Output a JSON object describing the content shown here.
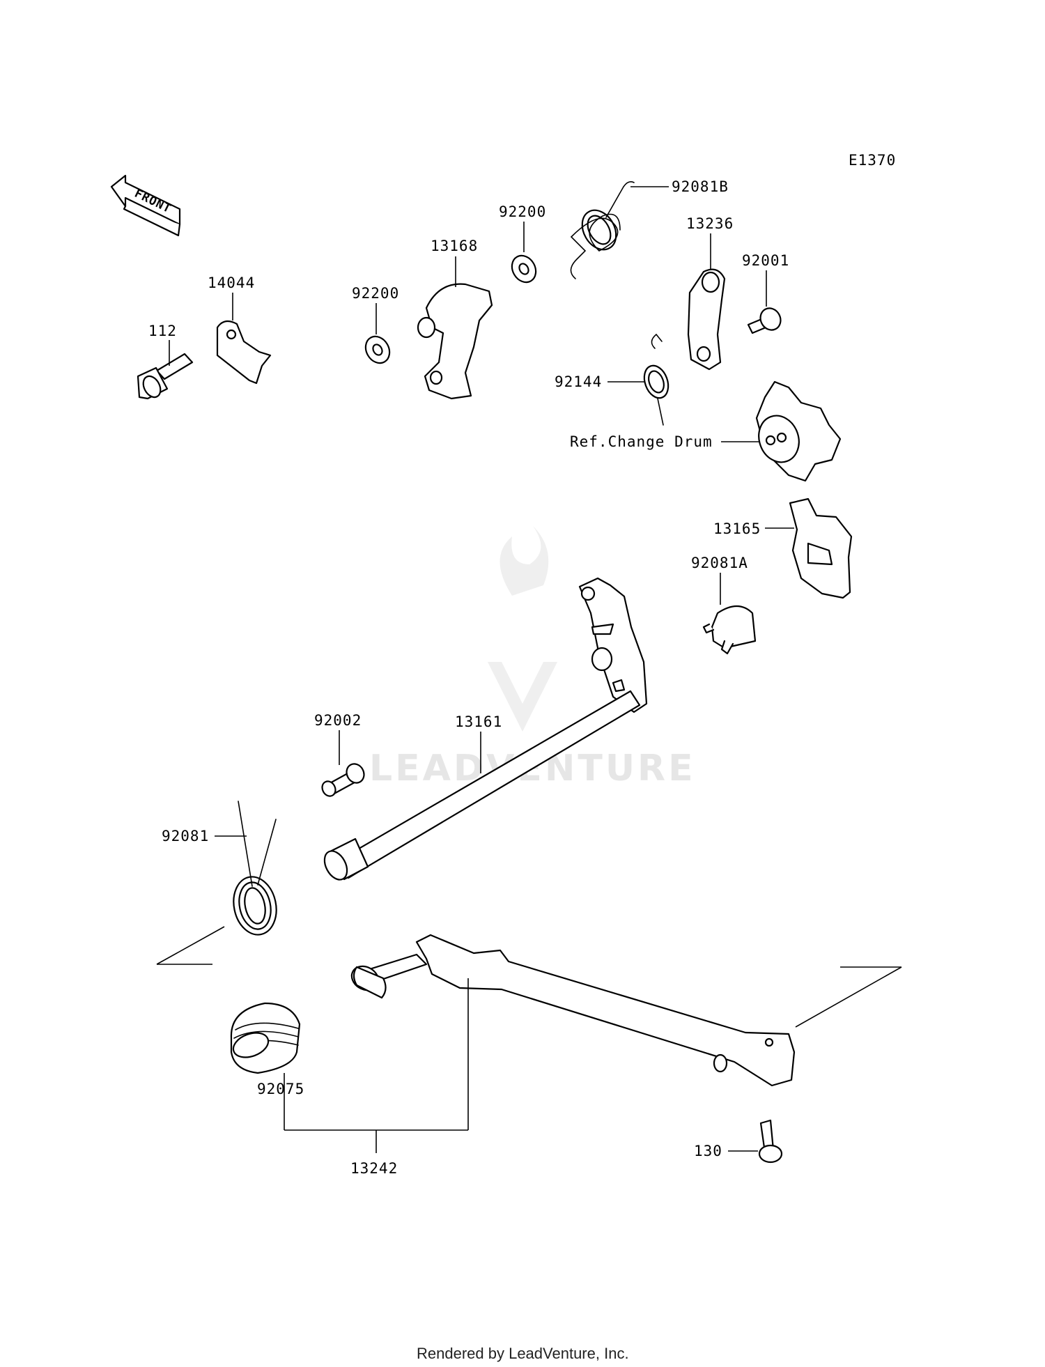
{
  "diagram": {
    "code": "E1370",
    "front_label": "FRONT",
    "reference_label": "Ref.Change Drum",
    "watermark_text": "LEADVENTURE",
    "footer": "Rendered by LeadVenture, Inc."
  },
  "parts": [
    {
      "id": "p-92081B",
      "number": "92081B"
    },
    {
      "id": "p-92200a",
      "number": "92200"
    },
    {
      "id": "p-13236",
      "number": "13236"
    },
    {
      "id": "p-13168",
      "number": "13168"
    },
    {
      "id": "p-92001",
      "number": "92001"
    },
    {
      "id": "p-14044",
      "number": "14044"
    },
    {
      "id": "p-92200b",
      "number": "92200"
    },
    {
      "id": "p-112",
      "number": "112"
    },
    {
      "id": "p-92144",
      "number": "92144"
    },
    {
      "id": "p-13165",
      "number": "13165"
    },
    {
      "id": "p-92081A",
      "number": "92081A"
    },
    {
      "id": "p-92002",
      "number": "92002"
    },
    {
      "id": "p-13161",
      "number": "13161"
    },
    {
      "id": "p-92081",
      "number": "92081"
    },
    {
      "id": "p-92075",
      "number": "92075"
    },
    {
      "id": "p-130",
      "number": "130"
    },
    {
      "id": "p-13242",
      "number": "13242"
    }
  ]
}
